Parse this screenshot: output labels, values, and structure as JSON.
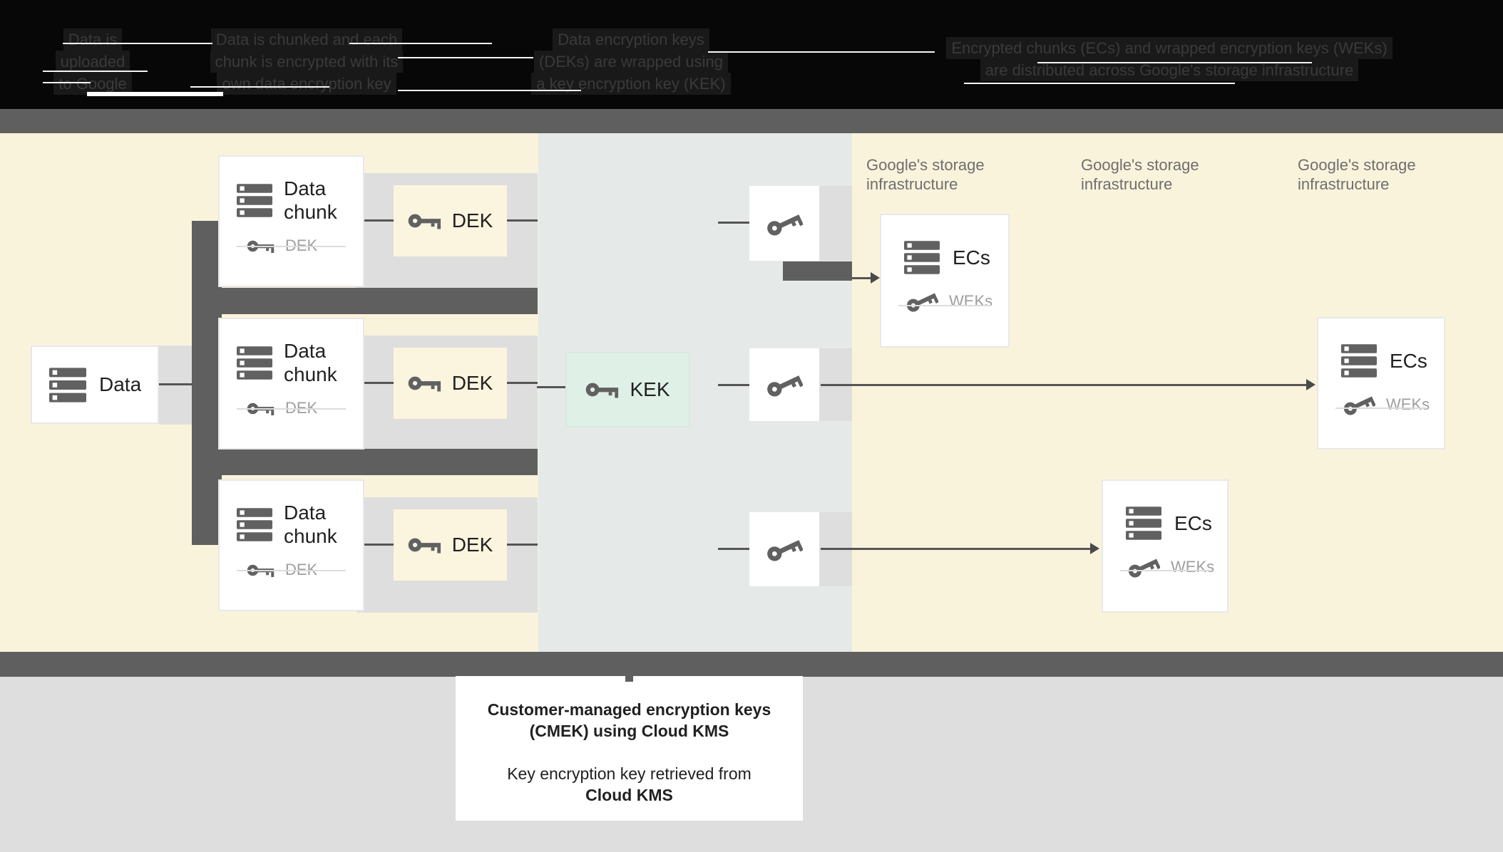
{
  "header": {
    "col1": {
      "line1": "Data is",
      "line2": "uploaded",
      "line3": "to Google"
    },
    "col2": {
      "line1": "Data is chunked and each",
      "line2": "chunk is encrypted with its",
      "line3": "own data encryption key"
    },
    "col3": {
      "line1": "Data encryption keys",
      "line2": "(DEKs) are wrapped using",
      "line3": "a key encryption key (KEK)"
    },
    "col4": {
      "line1": "Encrypted chunks (ECs) and wrapped encryption keys (WEKs)",
      "line2": "are distributed across Google's storage infrastructure"
    }
  },
  "diagram": {
    "data_box": {
      "label": "Data"
    },
    "rows": [
      {
        "chunk_line1": "Data",
        "chunk_line2": "chunk",
        "chunk_key_label": "DEK",
        "dek_label": "DEK"
      },
      {
        "chunk_line1": "Data",
        "chunk_line2": "chunk",
        "chunk_key_label": "DEK",
        "dek_label": "DEK"
      },
      {
        "chunk_line1": "Data",
        "chunk_line2": "chunk",
        "chunk_key_label": "DEK",
        "dek_label": "DEK"
      }
    ],
    "kek_label": "KEK",
    "storage_labels": [
      {
        "line1": "Google's storage",
        "line2": "infrastructure"
      },
      {
        "line1": "Google's storage",
        "line2": "infrastructure"
      },
      {
        "line1": "Google's storage",
        "line2": "infrastructure"
      }
    ],
    "ecs_boxes": [
      {
        "label": "ECs",
        "weks_label": "WEKs"
      },
      {
        "label": "ECs",
        "weks_label": "WEKs"
      },
      {
        "label": "ECs",
        "weks_label": "WEKs"
      }
    ]
  },
  "caption": {
    "line1": "Customer-managed encryption keys",
    "line2": "(CMEK) using Cloud KMS",
    "line3": "Key encryption key retrieved from",
    "line4": "Cloud KMS"
  },
  "colors": {
    "cream_zone": "#faf3dc",
    "kms_zone": "#e5eae9",
    "band_gray": "#5f5f5f",
    "shadow_gray": "#dedede",
    "dek_fill": "#fbf4df",
    "kek_fill": "#dff0e6",
    "icon_gray": "#616161",
    "muted_text": "#9e9e9e",
    "label_gray": "#6e6e6e",
    "text_dark": "#212121"
  }
}
